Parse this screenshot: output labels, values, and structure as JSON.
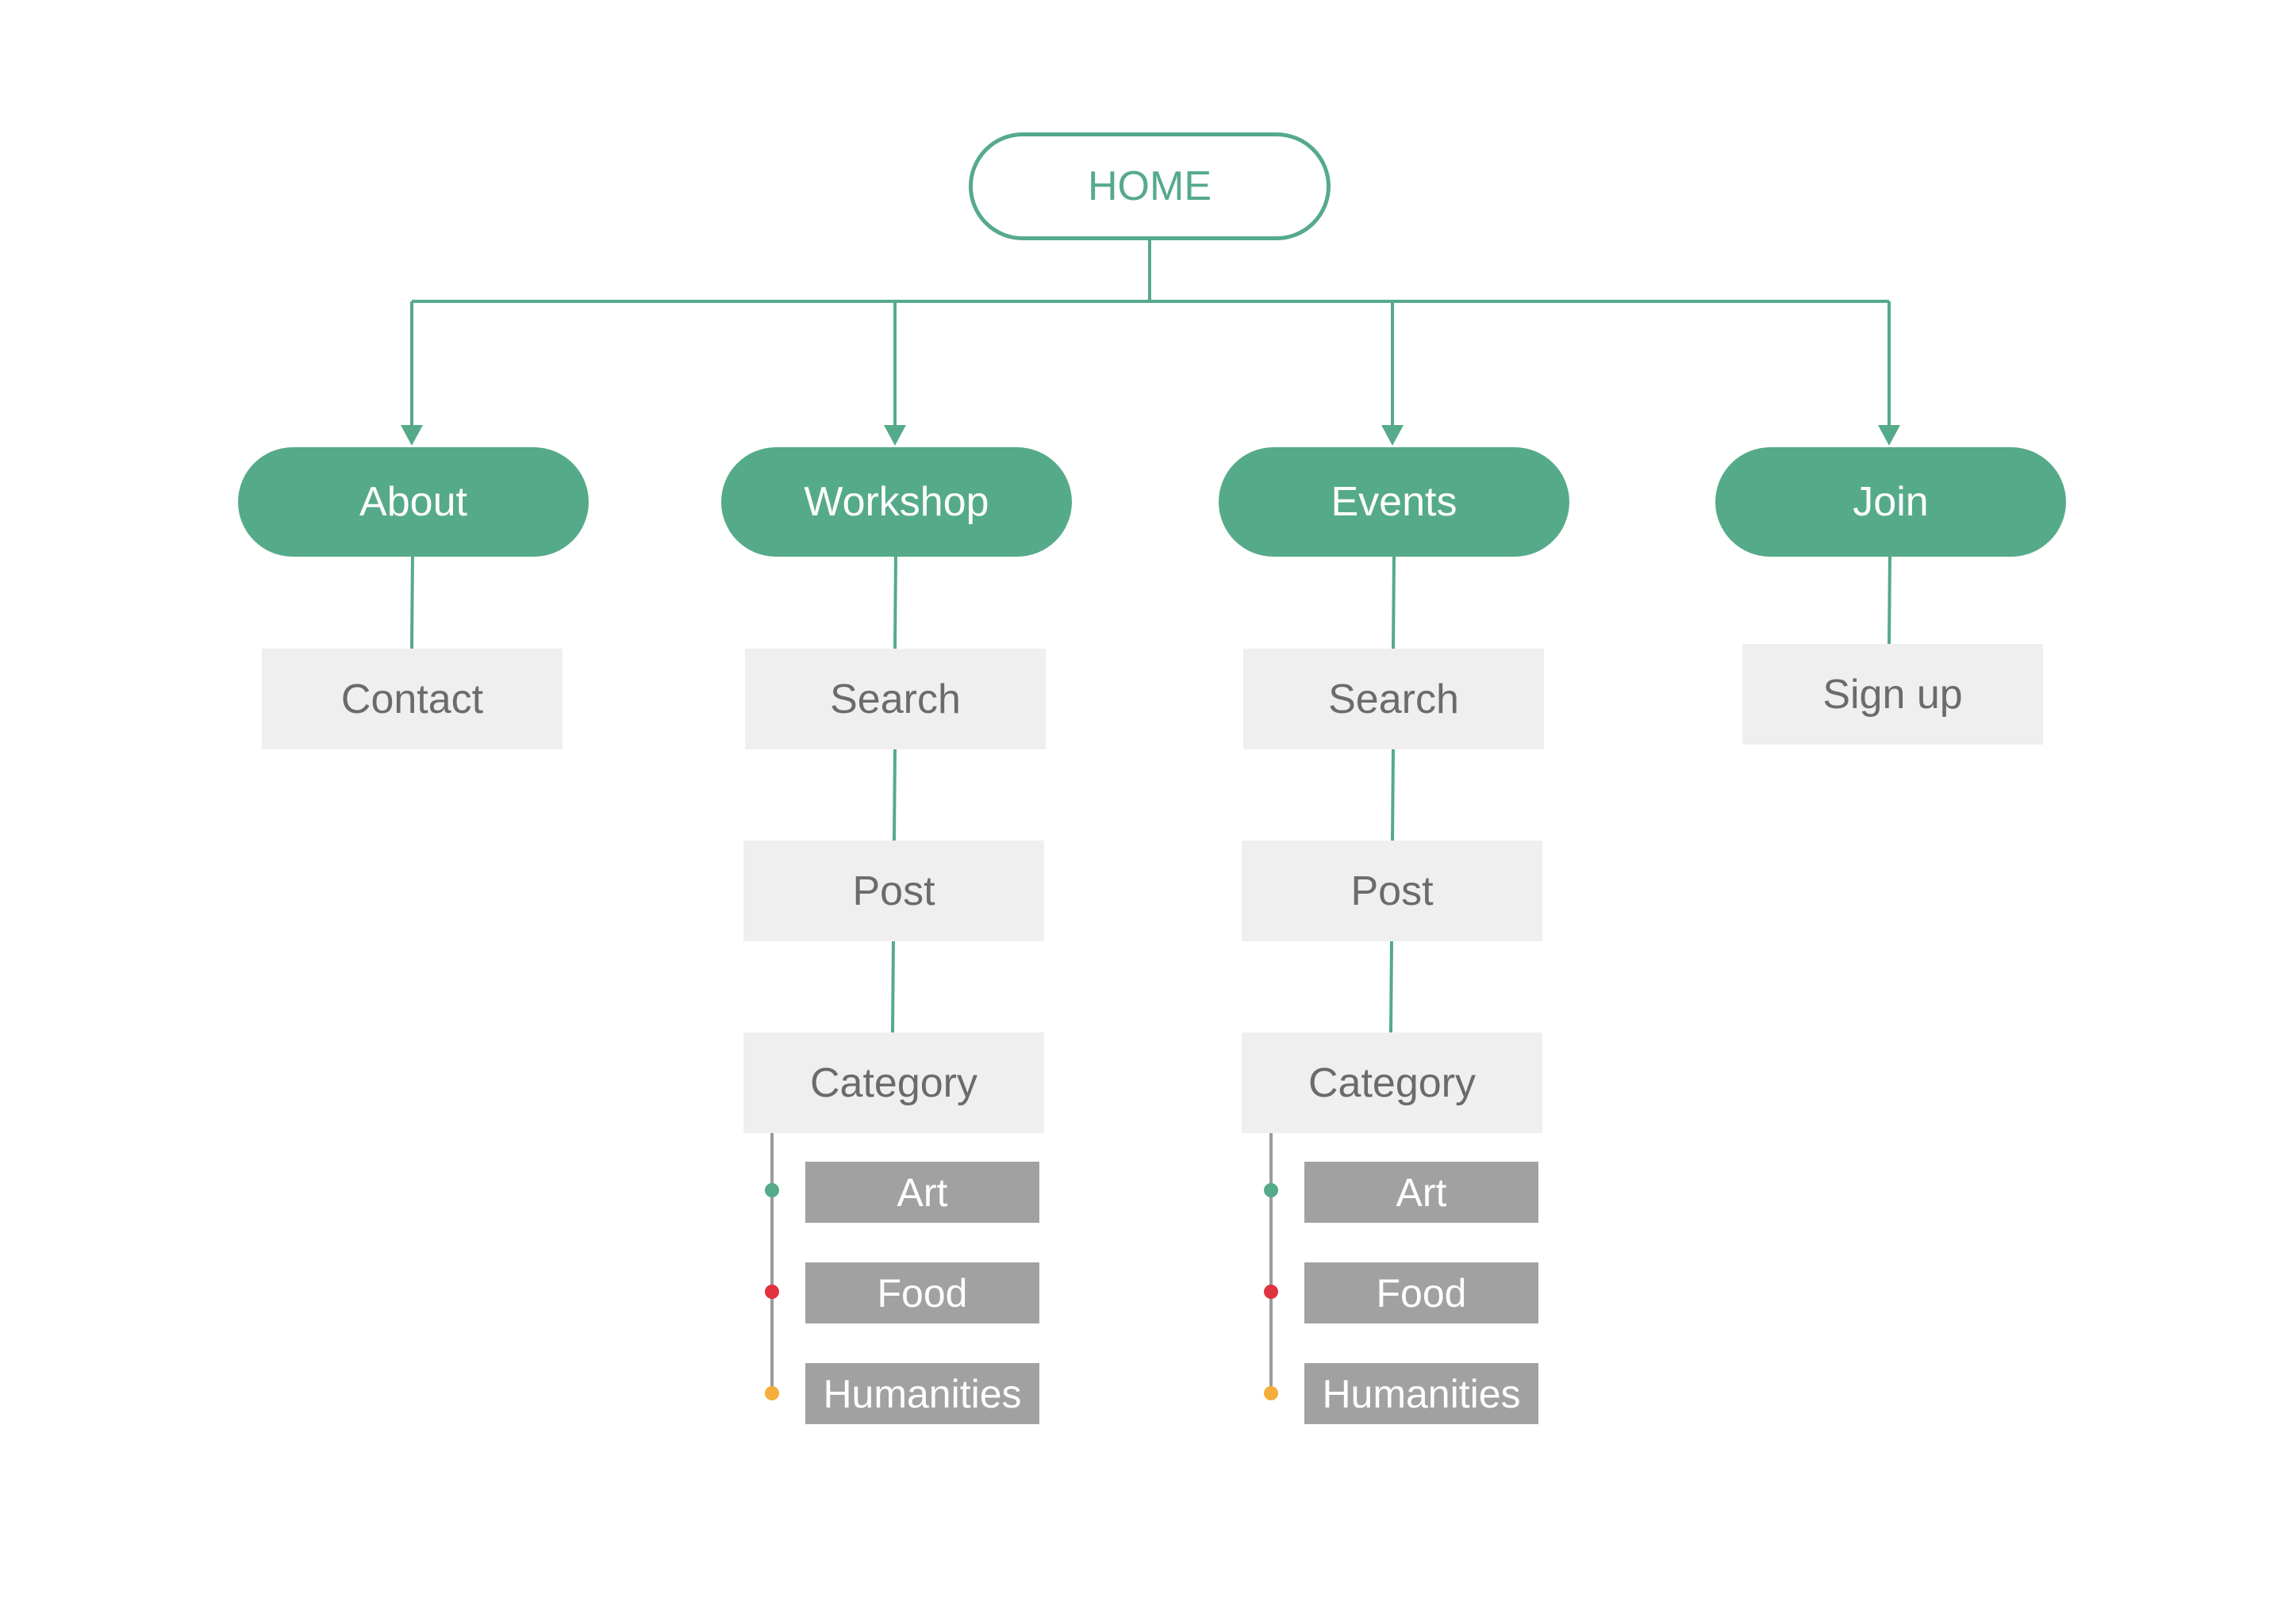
{
  "colors": {
    "accent": "#55aa8a",
    "page_box": "#efefef",
    "page_text": "#6b6b6b",
    "category_box": "#a1a1a1",
    "category_line": "#9b9b9b",
    "art_dot": "#55aa8a",
    "food_dot": "#e0323f",
    "humanities_dot": "#f5ad3b"
  },
  "home": {
    "label": "HOME"
  },
  "sections": {
    "about": {
      "label": "About",
      "pages": [
        "Contact"
      ]
    },
    "workshop": {
      "label": "Workshop",
      "pages": [
        "Search",
        "Post",
        "Category"
      ],
      "categories": [
        "Art",
        "Food",
        "Humanities"
      ]
    },
    "events": {
      "label": "Events",
      "pages": [
        "Search",
        "Post",
        "Category"
      ],
      "categories": [
        "Art",
        "Food",
        "Humanities"
      ]
    },
    "join": {
      "label": "Join",
      "pages": [
        "Sign up"
      ]
    }
  }
}
